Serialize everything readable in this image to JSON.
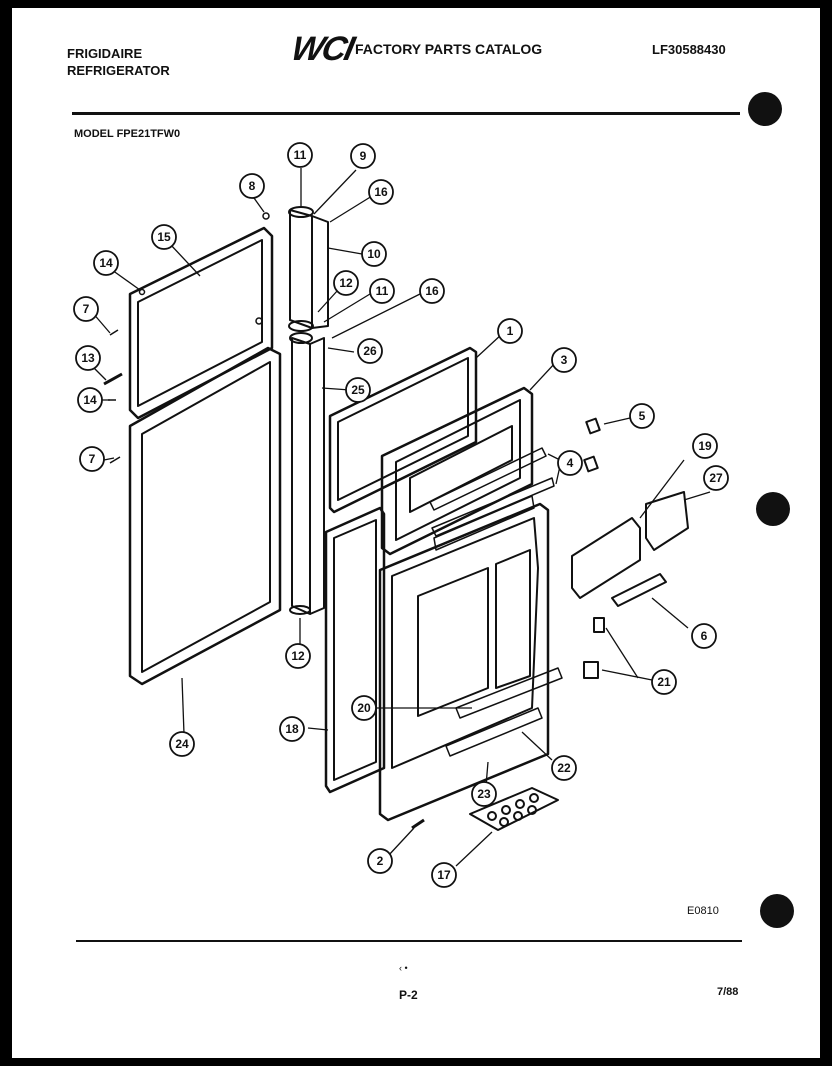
{
  "header": {
    "brand": "FRIGIDAIRE",
    "product": "REFRIGERATOR",
    "logo": "WCI",
    "catalog_title": "FACTORY PARTS CATALOG",
    "part_number": "LF30588430"
  },
  "model_label": "MODEL FPE21TFW0",
  "callouts": [
    "11",
    "9",
    "16",
    "8",
    "10",
    "15",
    "14",
    "12",
    "11",
    "16",
    "7",
    "1",
    "26",
    "13",
    "25",
    "3",
    "14",
    "5",
    "7",
    "4",
    "19",
    "27",
    "6",
    "12",
    "21",
    "20",
    "18",
    "24",
    "22",
    "23",
    "2",
    "17"
  ],
  "footer": {
    "diagram_code": "E0810",
    "page": "P-2",
    "date": "7/88",
    "stray_marks": "‹ •"
  },
  "colors": {
    "ink": "#111111",
    "paper": "#ffffff",
    "border": "#000000"
  }
}
